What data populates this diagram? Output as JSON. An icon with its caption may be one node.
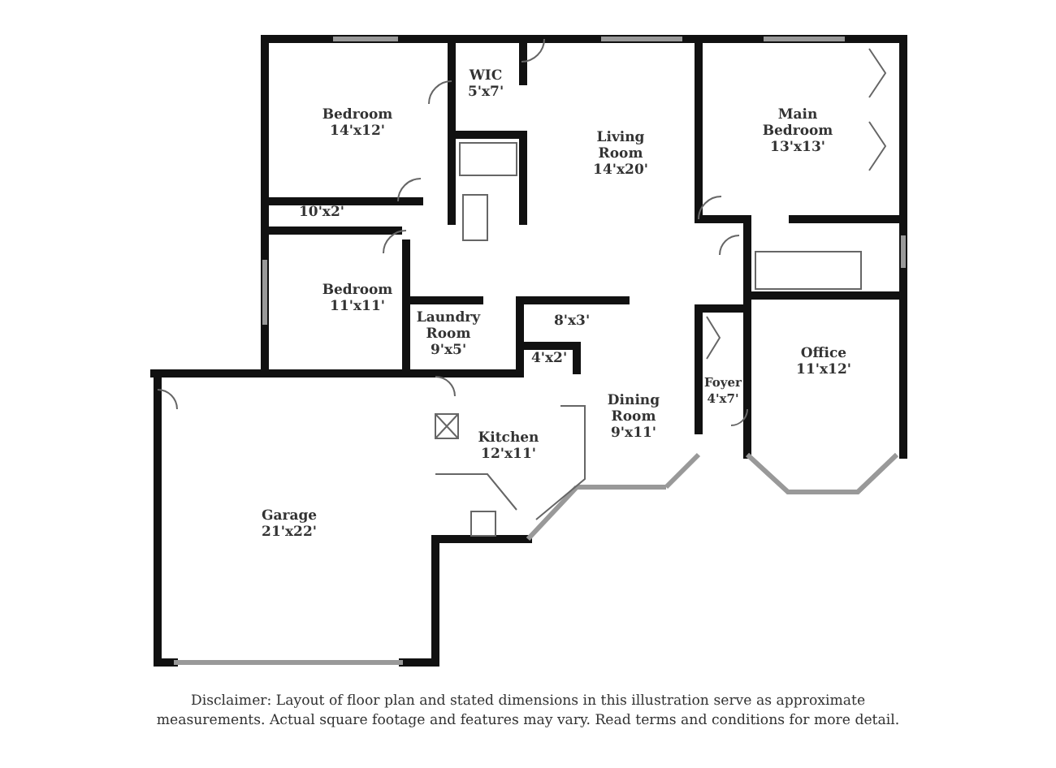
{
  "diagram": {
    "labels": [
      "WIC",
      "5'x7'",
      "Bedroom",
      "14'x12'",
      "Main Bedroom",
      "13'x13'",
      "Living Room",
      "14'x20'",
      "10'x2'",
      "Bedroom",
      "11'x11'",
      "Laundry Room",
      "9'x5'",
      "8'x3'",
      "Office",
      "11'x12'",
      "4'x2'",
      "Foyer",
      "4'x7'",
      "Dining Room",
      "9'x11'",
      "Kitchen",
      "12'x11'",
      "Garage",
      "21'x22'",
      "Disclaimer: Layout of floor plan and stated dimensions in this illustration serve as approximate measurements. Actual square footage and features may vary. Read terms and conditions for more detail."
    ]
  }
}
